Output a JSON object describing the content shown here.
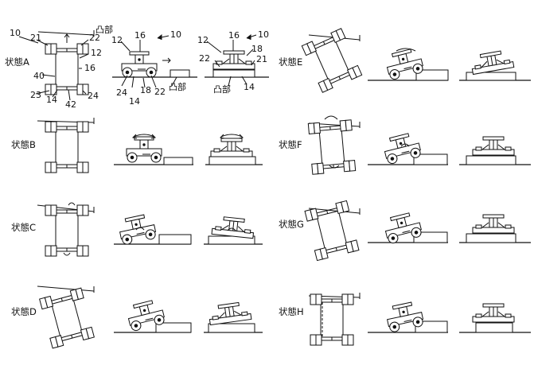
{
  "states": [
    {
      "id": "A",
      "label": "状態A"
    },
    {
      "id": "B",
      "label": "状態B"
    },
    {
      "id": "C",
      "label": "状態C"
    },
    {
      "id": "D",
      "label": "状態D"
    },
    {
      "id": "E",
      "label": "状態E"
    },
    {
      "id": "F",
      "label": "状態F"
    },
    {
      "id": "G",
      "label": "状態G"
    },
    {
      "id": "H",
      "label": "状態H"
    }
  ],
  "reference_numerals": {
    "robot": "10",
    "wheel_front_left": "21",
    "wheel_front_right": "22",
    "wheel_rear_left": "23",
    "wheel_rear_right": "24",
    "chassis_front": "12",
    "platform": "16",
    "body": "14",
    "link_front": "40",
    "link_rear": "42",
    "arm": "18"
  },
  "terms": {
    "bump": "凸部"
  }
}
